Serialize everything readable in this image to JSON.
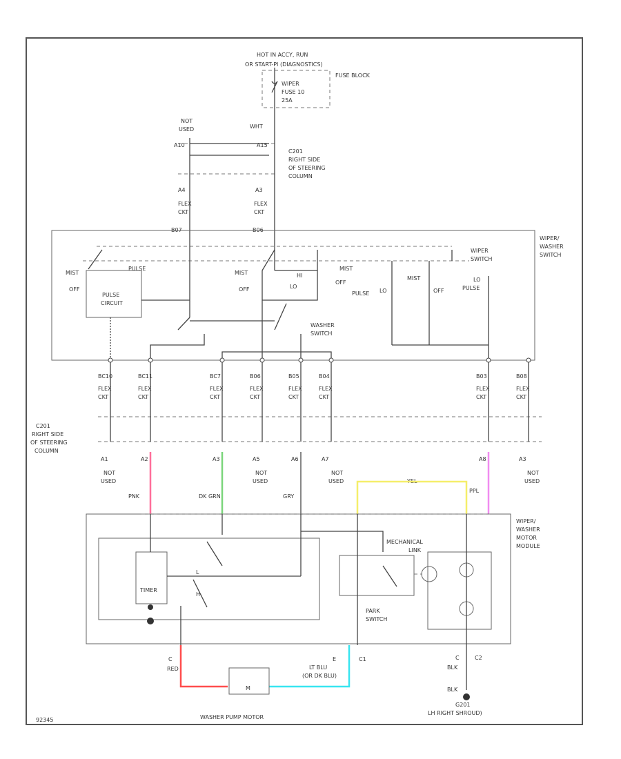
{
  "header": {
    "power_line1": "HOT IN ACCY, RUN",
    "power_line2": "OR START-PI (DIAGNOSTICS)",
    "fuse_block": "FUSE BLOCK",
    "fuse_l1": "WIPER",
    "fuse_l2": "FUSE 10",
    "fuse_l3": "25A"
  },
  "top_connector": {
    "not_used": "NOT",
    "not_used2": "USED",
    "pin_left": "A10",
    "pin_right": "A15",
    "wht": "WHT",
    "c_name": "C201",
    "c_desc1": "RIGHT SIDE",
    "c_desc2": "OF STEERING",
    "c_desc3": "COLUMN"
  },
  "flex": {
    "a4": "A4",
    "a3": "A3",
    "label": "FLEX",
    "label2": "CKT",
    "b07": "B07",
    "b06": "B06"
  },
  "switch": {
    "title1": "WIPER/",
    "title2": "WASHER",
    "title3": "SWITCH",
    "mist": "MIST",
    "off": "OFF",
    "pulse": "PULSE",
    "pulse_circuit": "CIRCUIT",
    "hi": "HI",
    "lo": "LO",
    "off2": "OFF",
    "mist2": "MIST",
    "pulse2": "PULSE",
    "lo2": "LO",
    "mist3": "MIST",
    "off3": "OFF",
    "lo3": "LO",
    "pulse3": "PULSE",
    "wiper_switch": "WIPER",
    "wiper_switch2": "SWITCH",
    "washer_switch": "WASHER",
    "washer_switch2": "SWITCH"
  },
  "lower_pins": [
    "BC10",
    "BC11",
    "BC7",
    "B06",
    "B05",
    "B04",
    "B03",
    "B08"
  ],
  "lower_connector": {
    "c_name": "C201",
    "c_desc1": "RIGHT SIDE",
    "c_desc2": "OF STEERING",
    "c_desc3": "COLUMN"
  },
  "wire_pins": [
    "A1",
    "A2",
    "A3",
    "A5",
    "A6",
    "A7",
    "A8",
    "A3"
  ],
  "not_used": "NOT",
  "used": "USED",
  "colors": {
    "pnk": "PNK",
    "dk_grn": "DK GRN",
    "gry": "GRY",
    "yel": "YEL",
    "ppl": "PPL",
    "red": "RED",
    "lt_blu": "LT BLU",
    "lt_blu2": "(OR DK BLU)",
    "blk": "BLK",
    "blk2": "BLK"
  },
  "module": {
    "title1": "WIPER/",
    "title2": "WASHER",
    "title3": "MOTOR",
    "title4": "MODULE",
    "mech": "MECHANICAL",
    "mech2": "LINK",
    "park": "PARK",
    "park2": "SWITCH",
    "timer": "TIMER",
    "h": "H",
    "l": "L",
    "pin_c": "C",
    "pin_e": "E",
    "c1": "C1",
    "c2": "C2"
  },
  "pump": {
    "label": "WASHER PUMP MOTOR",
    "m": "M"
  },
  "ground": {
    "g1": "G201",
    "g2": "LH RIGHT SHROUD)"
  },
  "footer": {
    "code": "92345"
  },
  "wire_colors": {
    "pnk": "#ff6f9a",
    "grn": "#7bd67b",
    "yel": "#f5ee6a",
    "ppl": "#f08cf0",
    "red": "#ff4d4d",
    "cyan": "#38e5f0"
  }
}
